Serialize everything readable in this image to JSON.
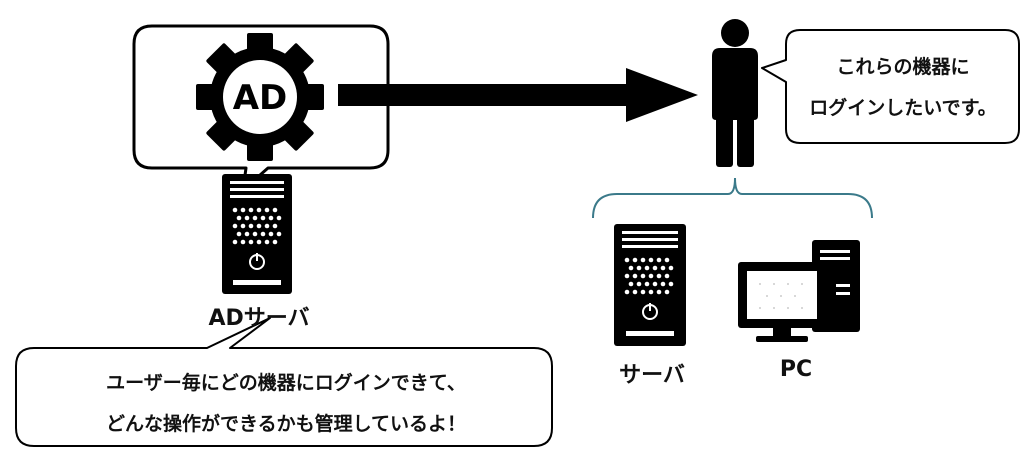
{
  "ad_logo_text": "AD",
  "ad_server_label": "ADサーバ",
  "left_bubble": {
    "line1": "ユーザー毎にどの機器にログインできて、",
    "line2": "どんな操作ができるかも管理しているよ！"
  },
  "right_bubble": {
    "line1": "これらの機器に",
    "line2": "ログインしたいです。"
  },
  "devices": {
    "server_label": "サーバ",
    "pc_label": "PC"
  },
  "colors": {
    "ink": "#000000",
    "bracket": "#3b7a8a"
  }
}
